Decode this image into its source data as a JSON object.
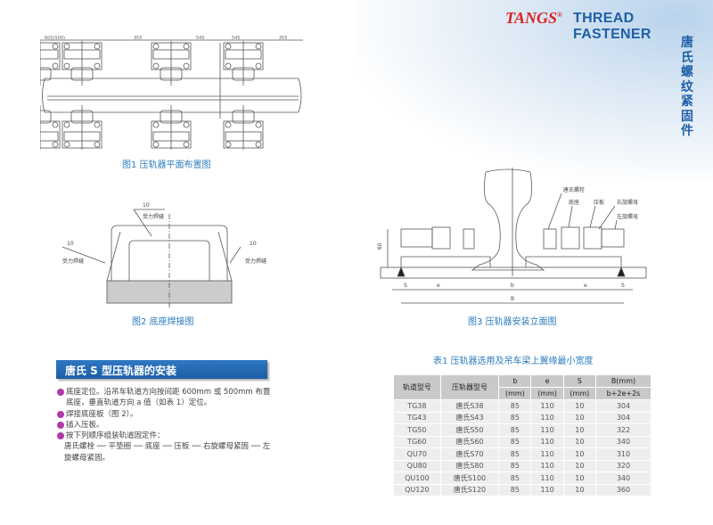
{
  "brand": {
    "logo": "TANGS",
    "trademark": "®",
    "tagline": "THREAD FASTENER",
    "vertical_title": "唐氏螺纹紧固件"
  },
  "fig1": {
    "caption": "图1   压轨器平面布置图",
    "dims": [
      "600(500)",
      "355",
      "545",
      "545",
      "355"
    ]
  },
  "fig2": {
    "caption": "图2   底座焊接图",
    "weld_size": "10",
    "weld_label": "受力焊缝"
  },
  "fig3": {
    "caption": "图3   压轨器安装立面图",
    "height_dim": "60",
    "labels": [
      "唐氏螺栓",
      "底座",
      "压板",
      "右旋螺母",
      "左旋螺母"
    ],
    "dims": {
      "s": "S",
      "e": "e",
      "b": "b",
      "B": "B"
    }
  },
  "install": {
    "title": "唐氏 S 型压轨器的安装",
    "steps": [
      {
        "text": "底座定位。沿吊车轨道方向按间距 600mm 或 500mm 布置底座，垂直轨道方向 a 值（如表 1）定位。"
      },
      {
        "text": "焊接底座板（图 2）。"
      },
      {
        "text": "插入压板。"
      },
      {
        "text": "按下列顺序组装轨道固定件：",
        "continuation": "唐氏螺栓 ── 平垫圈 ── 底座 ── 压板 ── 右旋螺母紧固 ── 左旋螺母紧固。"
      }
    ]
  },
  "table": {
    "title": "表1   压轨器选用及吊车梁上翼缘最小宽度",
    "headers": [
      "轨道型号",
      "压轨器型号",
      "b",
      "e",
      "S",
      "B(mm)"
    ],
    "subheaders": [
      "(mm)",
      "(mm)",
      "(mm)",
      "b+2e+2s"
    ],
    "rows": [
      [
        "TG38",
        "唐氏S38",
        "85",
        "110",
        "10",
        "304"
      ],
      [
        "TG43",
        "唐氏S43",
        "85",
        "110",
        "10",
        "304"
      ],
      [
        "TG50",
        "唐氏S50",
        "85",
        "110",
        "10",
        "322"
      ],
      [
        "TG60",
        "唐氏S60",
        "85",
        "110",
        "10",
        "340"
      ],
      [
        "QU70",
        "唐氏S70",
        "85",
        "110",
        "10",
        "310"
      ],
      [
        "QU80",
        "唐氏S80",
        "85",
        "110",
        "10",
        "320"
      ],
      [
        "QU100",
        "唐氏S100",
        "85",
        "110",
        "10",
        "340"
      ],
      [
        "QU120",
        "唐氏S120",
        "85",
        "110",
        "10",
        "360"
      ]
    ]
  },
  "colors": {
    "accent": "#1f5fa6",
    "bullet": "#b03aa8",
    "logo": "#d22222"
  }
}
